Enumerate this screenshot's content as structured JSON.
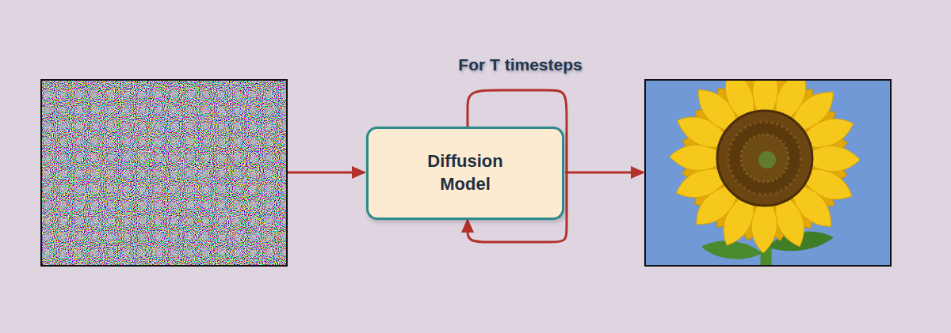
{
  "diagram": {
    "nodes": [
      {
        "text": [
          "Diffusion Model"
        ]
      }
    ],
    "edges": [
      {
        "from": 0,
        "to": 0,
        "arrow": "to",
        "label": "For T timesteps"
      }
    ]
  }
}
